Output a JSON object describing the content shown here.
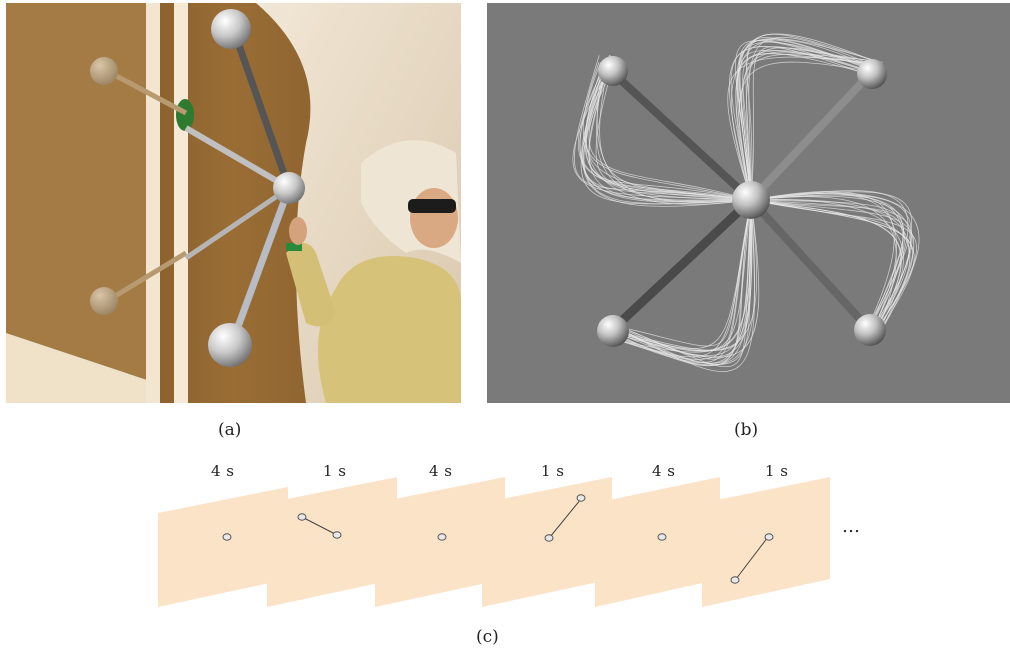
{
  "panel_labels": {
    "a": "(a)",
    "b": "(b)",
    "c": "(c)"
  },
  "sequence": {
    "durations": [
      "4 s",
      "1 s",
      "4 s",
      "1 s",
      "4 s",
      "1 s"
    ],
    "continuation": "…"
  },
  "colors": {
    "frame_fill": "#fbe3c7",
    "trajectory_bg": "#7a7a7a",
    "trajectory_lines": "#e6e6e6",
    "sphere": "#c8c8c8"
  }
}
